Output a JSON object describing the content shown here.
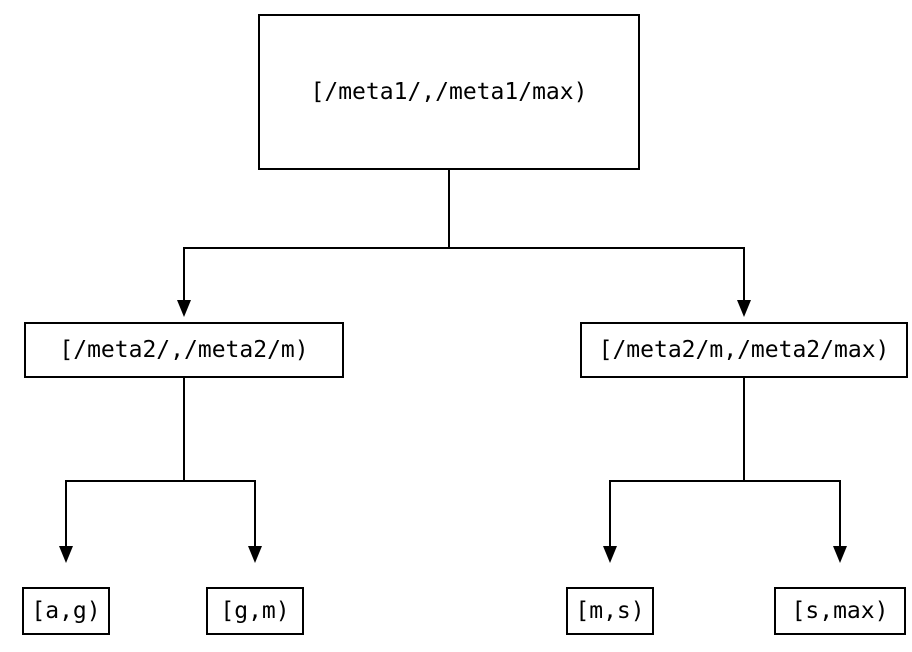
{
  "diagram": {
    "root": {
      "label": "[/meta1/,/meta1/max)"
    },
    "level2": [
      {
        "label": "[/meta2/,/meta2/m)"
      },
      {
        "label": "[/meta2/m,/meta2/max)"
      }
    ],
    "leaves": [
      {
        "label": "[a,g)"
      },
      {
        "label": "[g,m)"
      },
      {
        "label": "[m,s)"
      },
      {
        "label": "[s,max)"
      }
    ],
    "colors": {
      "line": "#000000",
      "box_border": "#000000",
      "text": "#000000",
      "background": "#ffffff"
    }
  }
}
